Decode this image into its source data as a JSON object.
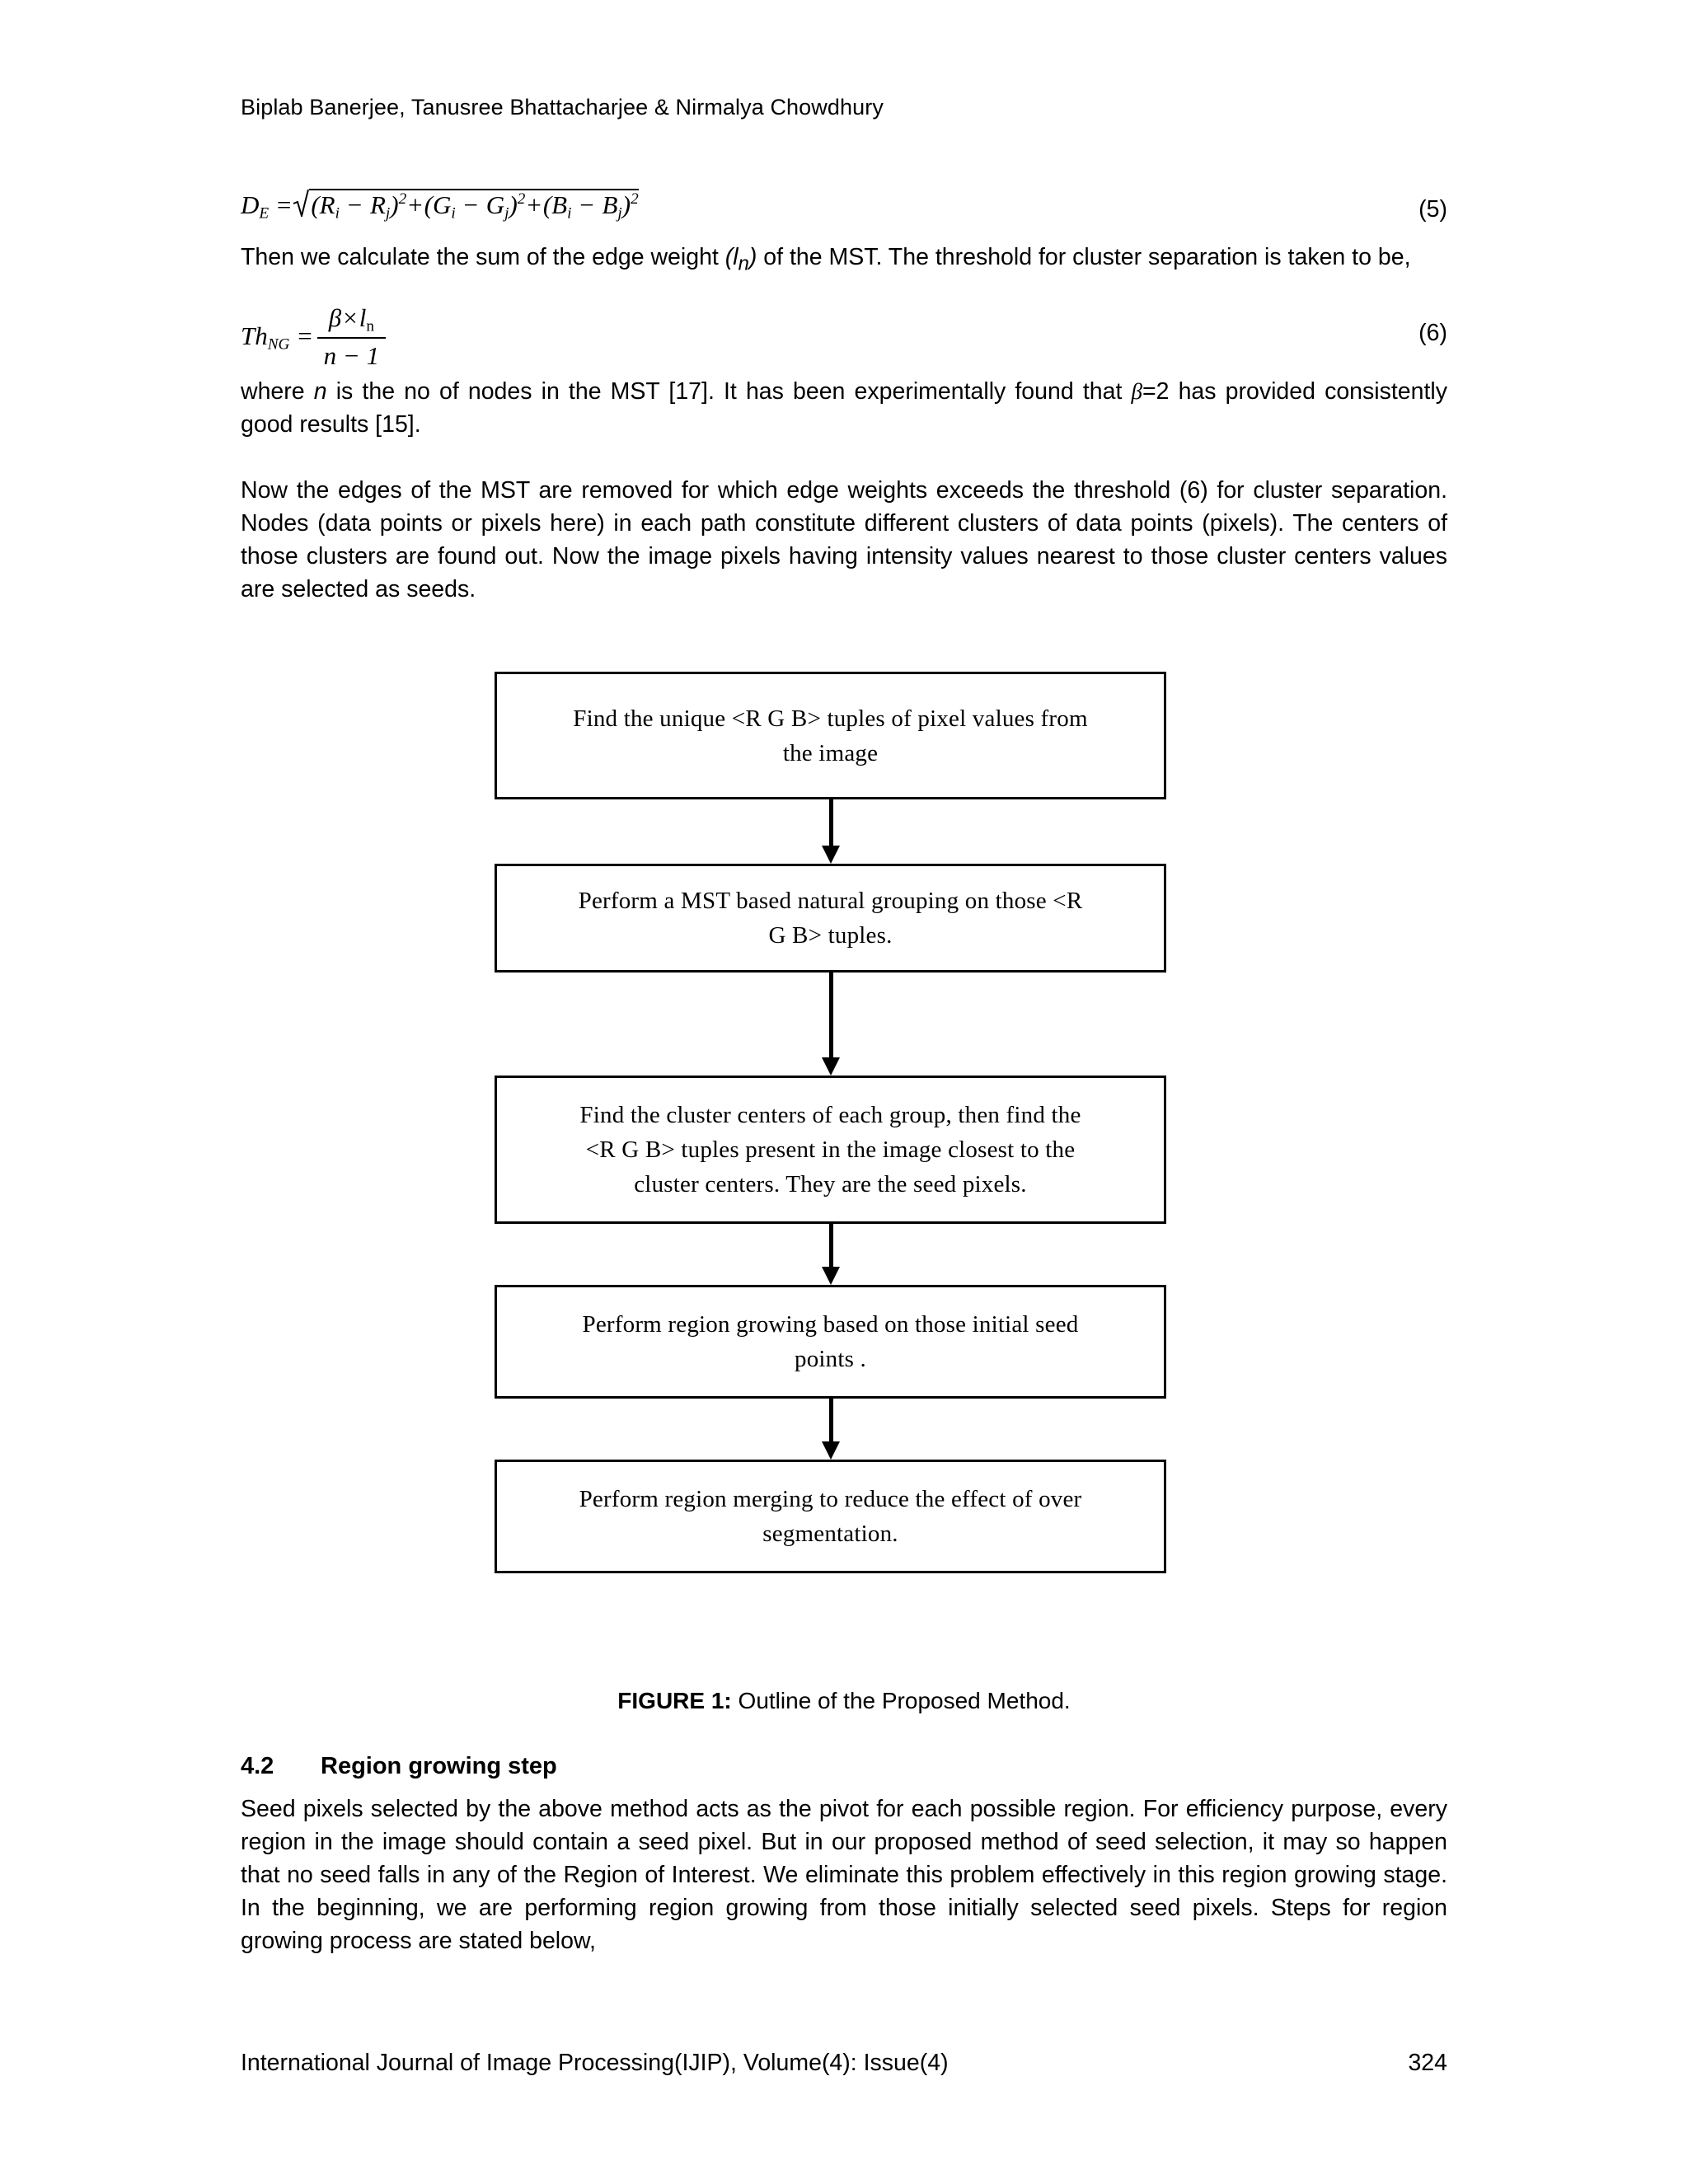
{
  "header": {
    "running_head": "Biplab Banerjee, Tanusree Bhattacharjee & Nirmalya Chowdhury"
  },
  "equations": [
    {
      "id": "eq5",
      "number": "(5)",
      "latex": "D_E = sqrt((R_i - R_j)^2 + (G_i - G_j)^2 + (B_i - B_j)^2)",
      "lhs": "D",
      "lhs_sub": "E",
      "terms": [
        {
          "base_a": "R",
          "sub_a": "i",
          "base_b": "R",
          "sub_b": "j",
          "power": "2"
        },
        {
          "base_a": "G",
          "sub_a": "i",
          "base_b": "G",
          "sub_b": "j",
          "power": "2"
        },
        {
          "base_a": "B",
          "sub_a": "i",
          "base_b": "B",
          "sub_b": "j",
          "power": "2"
        }
      ]
    },
    {
      "id": "eq6",
      "number": "(6)",
      "latex": "Th_NG = (beta * l_n) / (n - 1)",
      "lhs": "Th",
      "lhs_sub": "NG",
      "numerator_beta": "β",
      "numerator_times": "×",
      "numerator_l": "l",
      "numerator_l_sub": "n",
      "denominator": "n − 1"
    }
  ],
  "paragraphs": {
    "p1_before_eq6": "Then we calculate the sum of the edge weight (lₙ) of the MST. The threshold for cluster separation is taken to be,",
    "p1_part_a": "Then we calculate the sum of the edge weight ",
    "p1_italic_l": "l",
    "p1_italic_l_sub": "n",
    "p1_part_b": " of the MST. The threshold for cluster separation is taken to be,",
    "p2_part_a": "where ",
    "p2_italic_n": "n",
    "p2_part_b": " is the no of nodes in the MST [17]. It has been experimentally found that ",
    "p2_beta": "β",
    "p2_part_c": "=2 has provided consistently good results [15].",
    "p3": "Now the edges of the MST are removed for which edge weights exceeds the threshold (6) for cluster separation. Nodes (data points or pixels here) in each path constitute different clusters of data points (pixels). The centers of those clusters are found out. Now the image pixels having intensity values nearest to those cluster centers values are selected as seeds.",
    "p4": "Seed pixels selected by the above method acts as the pivot for each possible region. For efficiency purpose, every region in the image should contain a seed pixel. But in our proposed method of seed selection, it may so happen that no seed falls in any of the Region of Interest. We eliminate this problem effectively in this region growing stage. In the beginning, we are performing region growing from those initially selected seed pixels. Steps for region growing process are stated below,"
  },
  "figure": {
    "caption_label": "FIGURE 1:",
    "caption_text": " Outline of the Proposed Method.",
    "boxes": [
      {
        "id": "box1",
        "lines": [
          "Find the unique <R G B> tuples of pixel values from",
          "the image"
        ],
        "height": 155
      },
      {
        "id": "box2",
        "lines": [
          "Perform a MST based natural grouping on those <R",
          "G B> tuples."
        ],
        "height": 132
      },
      {
        "id": "box3",
        "lines": [
          "Find the cluster centers of each group, then find the",
          "<R G B> tuples present in the image closest to the",
          "cluster centers. They are the seed pixels."
        ],
        "height": 180
      },
      {
        "id": "box4",
        "lines": [
          "Perform region growing based on those initial seed",
          "points ."
        ],
        "height": 138
      },
      {
        "id": "box5",
        "lines": [
          "Perform region merging to reduce the effect of over",
          "segmentation."
        ],
        "height": 138
      }
    ],
    "connectors": [
      {
        "id": "arrow1",
        "gap": 78
      },
      {
        "id": "arrow2",
        "gap": 125
      },
      {
        "id": "arrow3",
        "gap": 74
      },
      {
        "id": "arrow4",
        "gap": 74
      }
    ]
  },
  "section": {
    "number": "4.2",
    "title": "Region growing step"
  },
  "footer": {
    "journal": "International Journal of Image Processing(IJIP), Volume(4): Issue(4)",
    "page_number": "324"
  },
  "colors": {
    "text": "#000000",
    "background": "#ffffff",
    "box_border": "#000000"
  }
}
